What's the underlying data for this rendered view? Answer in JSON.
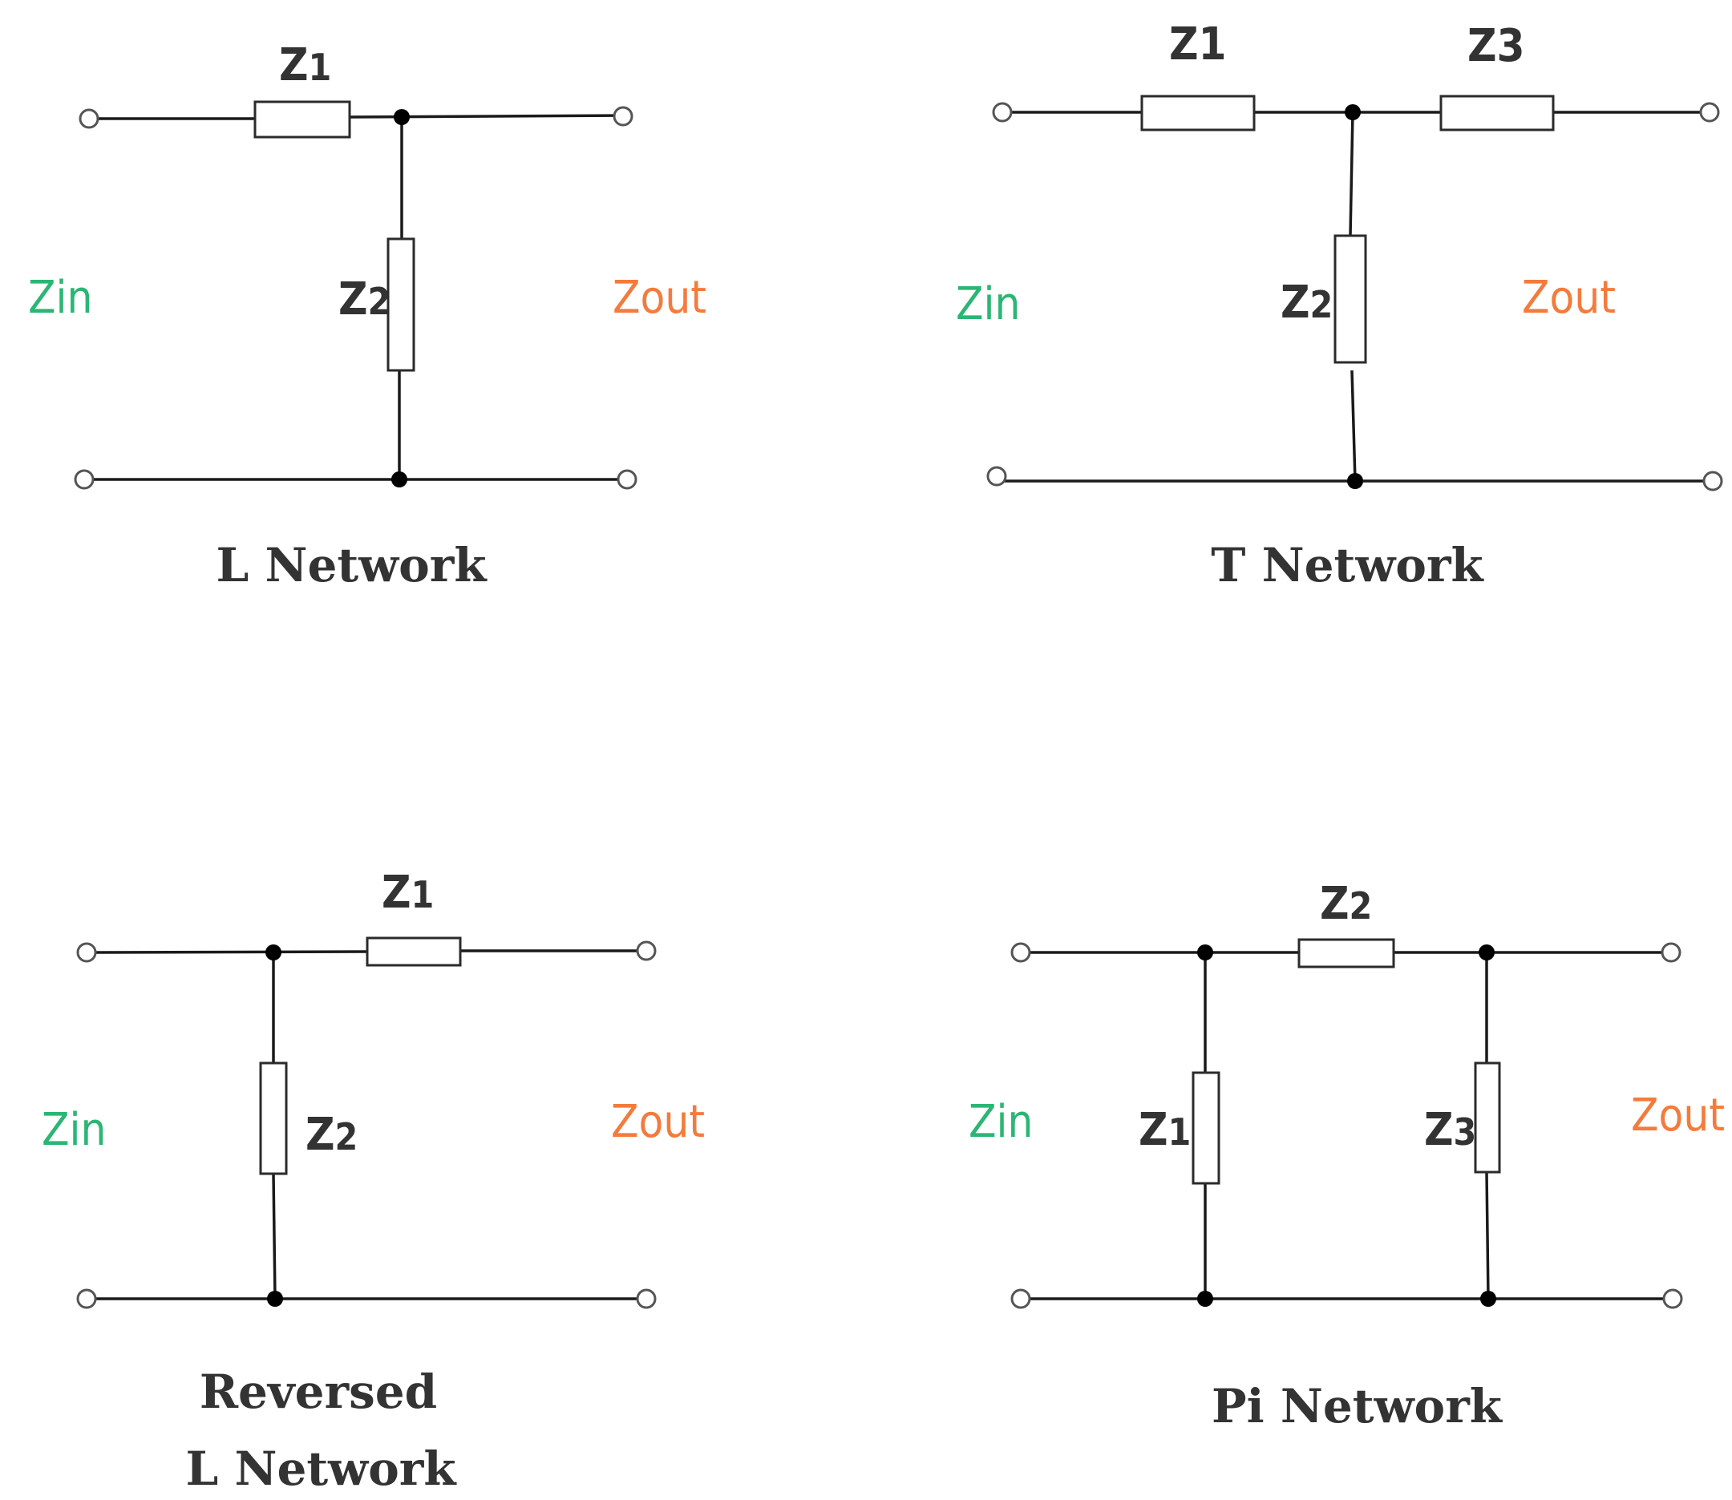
{
  "colors": {
    "zin": "#2bb673",
    "zout": "#f47b3b",
    "text": "#333333",
    "wire": "#1a1a1a"
  },
  "networks": [
    {
      "id": "l-network",
      "title": [
        "L Network"
      ],
      "zin": "Zin",
      "zout": "Zout",
      "components": [
        {
          "label": "Z",
          "sub": "1",
          "orientation": "series"
        },
        {
          "label": "Z",
          "sub": "2",
          "orientation": "shunt"
        }
      ]
    },
    {
      "id": "t-network",
      "title": [
        "T Network"
      ],
      "zin": "Zin",
      "zout": "Zout",
      "components": [
        {
          "label": "Z",
          "sub": "1",
          "orientation": "series"
        },
        {
          "label": "Z",
          "sub": "3",
          "orientation": "series"
        },
        {
          "label": "Z",
          "sub": "2",
          "orientation": "shunt"
        }
      ]
    },
    {
      "id": "reversed-l-network",
      "title": [
        "Reversed",
        "L Network"
      ],
      "zin": "Zin",
      "zout": "Zout",
      "components": [
        {
          "label": "Z",
          "sub": "1",
          "orientation": "series"
        },
        {
          "label": "Z",
          "sub": "2",
          "orientation": "shunt"
        }
      ]
    },
    {
      "id": "pi-network",
      "title": [
        "Pi Network"
      ],
      "zin": "Zin",
      "zout": "Zout",
      "components": [
        {
          "label": "Z",
          "sub": "2",
          "orientation": "series"
        },
        {
          "label": "Z",
          "sub": "1",
          "orientation": "shunt"
        },
        {
          "label": "Z",
          "sub": "3",
          "orientation": "shunt"
        }
      ]
    }
  ]
}
